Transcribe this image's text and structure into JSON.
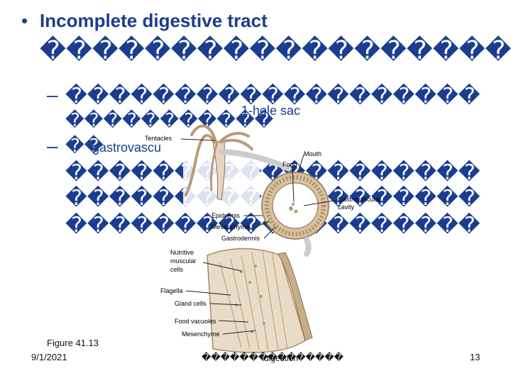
{
  "slide": {
    "bullet_glyph": "•",
    "title": "Incomplete digestive tract",
    "line1": "�������������������",
    "dash": "–",
    "line2": "�������������������",
    "line2b": "�����������",
    "hole_sac": "1-hole sac",
    "line3": "��",
    "gastrovascular": "gastrovascu",
    "line4": "�������������������",
    "line5": "�������������������",
    "line6": "�������������������"
  },
  "figure": {
    "labels": {
      "tentacles": "Tentacles",
      "mouth": "Mouth",
      "food": "Food",
      "gastrovascular_cavity_1": "Gastrovascular",
      "gastrovascular_cavity_2": "cavity",
      "epidermis": "Epidermis",
      "mesenchyme_top": "Mesenchyme",
      "gastrodermis": "Gastrodermis",
      "nutritive_1": "Nutritive",
      "nutritive_2": "muscular",
      "nutritive_3": "cells",
      "flagella": "Flagella",
      "gland_cells": "Gland cells",
      "food_vacuoles": "Food vacuoles",
      "mesenchyme_bottom": "Mesenchyme"
    },
    "caption": "Figure 41.13"
  },
  "footer": {
    "date": "9/1/2021",
    "center": "���������������",
    "center_overlay": "digestion",
    "page_number": "13"
  },
  "colors": {
    "text_blue": "#1a3d8f",
    "tissue_tan": "#d8c2a0",
    "tissue_dark": "#a88a68",
    "arrow_gray": "#cccccc"
  }
}
